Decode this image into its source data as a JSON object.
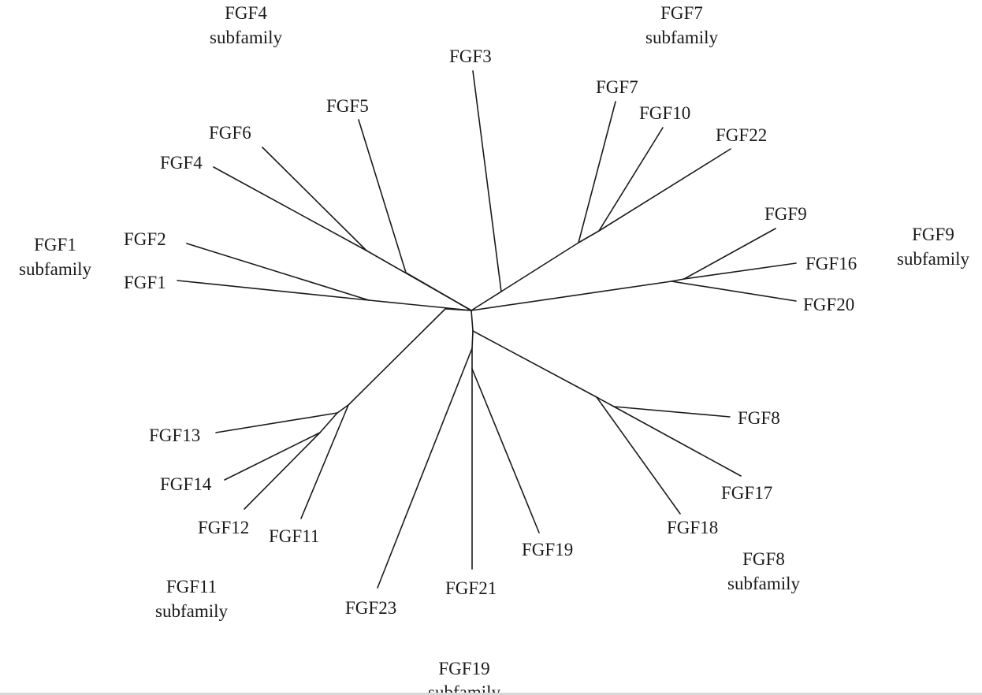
{
  "tree": {
    "leaves": {
      "fgf1": "FGF1",
      "fgf2": "FGF2",
      "fgf3": "FGF3",
      "fgf4": "FGF4",
      "fgf5": "FGF5",
      "fgf6": "FGF6",
      "fgf7": "FGF7",
      "fgf8": "FGF8",
      "fgf9": "FGF9",
      "fgf10": "FGF10",
      "fgf11": "FGF11",
      "fgf12": "FGF12",
      "fgf13": "FGF13",
      "fgf14": "FGF14",
      "fgf16": "FGF16",
      "fgf17": "FGF17",
      "fgf18": "FGF18",
      "fgf19": "FGF19",
      "fgf20": "FGF20",
      "fgf21": "FGF21",
      "fgf22": "FGF22",
      "fgf23": "FGF23"
    },
    "subfamilies": {
      "fgf1": {
        "line1": "FGF1",
        "line2": "subfamily"
      },
      "fgf4": {
        "line1": "FGF4",
        "line2": "subfamily"
      },
      "fgf7": {
        "line1": "FGF7",
        "line2": "subfamily"
      },
      "fgf8": {
        "line1": "FGF8",
        "line2": "subfamily"
      },
      "fgf9": {
        "line1": "FGF9",
        "line2": "subfamily"
      },
      "fgf11": {
        "line1": "FGF11",
        "line2": "subfamily"
      },
      "fgf19": {
        "line1": "FGF19",
        "line2": "subfamily"
      }
    }
  }
}
